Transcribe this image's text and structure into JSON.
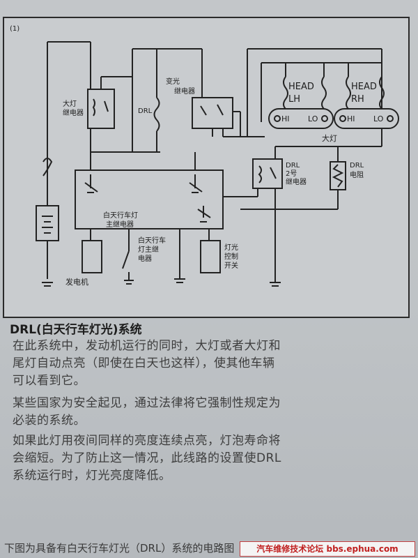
{
  "diagram": {
    "figure_index": "(1)",
    "labels": {
      "headlight_relay": [
        "大灯",
        "继电器"
      ],
      "drl_resistor_left": "DRL",
      "dimmer_relay": [
        "变光",
        "继电器"
      ],
      "head_lh": [
        "HEAD",
        "LH"
      ],
      "head_rh": [
        "HEAD",
        "RH"
      ],
      "hi_lh": "HI",
      "lo_lh": "LO",
      "hi_rh": "HI",
      "lo_rh": "LO",
      "headlamp": "大灯",
      "drl_relay_2": [
        "DRL",
        "2号",
        "继电器"
      ],
      "drl_resistor": [
        "DRL",
        "电阻"
      ],
      "drl_main_relay_box": [
        "白天行车灯",
        "主继电器"
      ],
      "drl_main_relay_switch": [
        "白天行车",
        "灯主继",
        "电器"
      ],
      "generator": "发电机",
      "light_switch": [
        "灯光",
        "控制",
        "开关"
      ]
    }
  },
  "caption": {
    "title": "DRL(白天行车灯光)系统",
    "paragraphs": [
      [
        "在此系统中，发动机运行的同时，大灯或者大灯和",
        "尾灯自动点亮（即使在白天也这样），使其他车辆",
        "可以看到它。"
      ],
      [
        "某些国家为安全起见，通过法律将它强制性规定为",
        "必装的系统。"
      ],
      [
        "如果此灯用夜间同样的亮度连续点亮，灯泡寿命将",
        "会缩短。为了防止这一情况，此线路的设置使DRL",
        "系统运行时，灯光亮度降低。"
      ]
    ]
  },
  "footer": {
    "text": "下图为具备有白天行车灯光（DRL）系统的电路图",
    "watermark": "汽车维修技术论坛 bbs.ephua.com"
  }
}
